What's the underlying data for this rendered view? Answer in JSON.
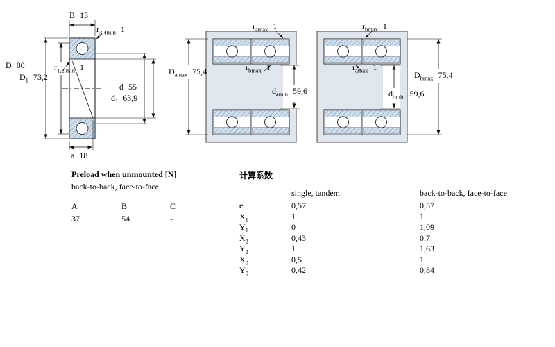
{
  "colors": {
    "hatch_fill": "#cfdeeb",
    "hatch_line": "#6d8fae",
    "housing_fill": "#dfe6ed",
    "line": "#111111"
  },
  "diagram": {
    "left": {
      "dims": {
        "B": {
          "sym": "B",
          "sub": "",
          "val": "13"
        },
        "r34": {
          "sym": "r",
          "sub": "3,4min",
          "val": "1"
        },
        "D": {
          "sym": "D",
          "sub": "",
          "val": "80"
        },
        "r12": {
          "sym": "r",
          "sub": "1,2 min",
          "val": "1"
        },
        "D1": {
          "sym": "D",
          "sub": "1",
          "val": "73,2"
        },
        "d": {
          "sym": "d",
          "sub": "",
          "val": "55"
        },
        "d1": {
          "sym": "d",
          "sub": "1",
          "val": "63,9"
        },
        "a": {
          "sym": "a",
          "sub": "",
          "val": "18"
        }
      }
    },
    "middle": {
      "dims": {
        "ramax": {
          "sym": "r",
          "sub": "amax",
          "val": "1"
        },
        "Damax": {
          "sym": "D",
          "sub": "amax",
          "val": "75,4"
        },
        "rbmax": {
          "sym": "r",
          "sub": "bmax",
          "val": "1"
        },
        "damin": {
          "sym": "d",
          "sub": "amin",
          "val": "59,6"
        }
      }
    },
    "right": {
      "dims": {
        "rbmax": {
          "sym": "r",
          "sub": "bmax",
          "val": "1"
        },
        "ramax": {
          "sym": "r",
          "sub": "amax",
          "val": "1"
        },
        "dbmin": {
          "sym": "d",
          "sub": "bmin",
          "val": "59,6"
        },
        "Dbmax": {
          "sym": "D",
          "sub": "bmax",
          "val": "75,4"
        }
      }
    }
  },
  "preload": {
    "title": "Preload when unmounted [N]",
    "subtitle": "back-to-back, face-to-face",
    "headers": [
      "A",
      "B",
      "C"
    ],
    "values": [
      "37",
      "54",
      "-"
    ]
  },
  "factors": {
    "title": "计算系数",
    "col1": "single, tandem",
    "col2": "back-to-back, face-to-face",
    "rows": [
      {
        "sym": "e",
        "sub": "",
        "v1": "0,57",
        "v2": "0,57"
      },
      {
        "sym": "X",
        "sub": "1",
        "v1": "1",
        "v2": "1"
      },
      {
        "sym": "Y",
        "sub": "1",
        "v1": "0",
        "v2": "1,09"
      },
      {
        "sym": "X",
        "sub": "2",
        "v1": "0,43",
        "v2": "0,7"
      },
      {
        "sym": "Y",
        "sub": "2",
        "v1": "1",
        "v2": "1,63"
      },
      {
        "sym": "X",
        "sub": "0",
        "v1": "0,5",
        "v2": "1"
      },
      {
        "sym": "Y",
        "sub": "0",
        "v1": "0,42",
        "v2": "0,84"
      }
    ]
  }
}
